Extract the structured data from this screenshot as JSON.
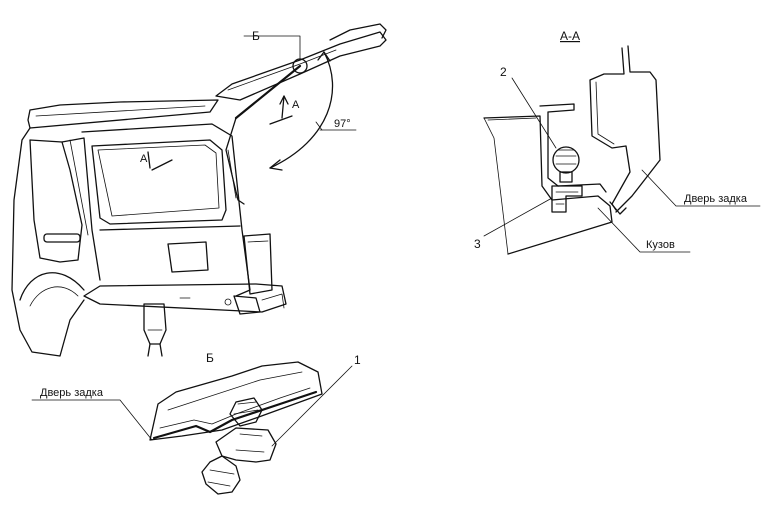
{
  "labels": {
    "callout_b": "Б",
    "section_a_left": "А",
    "section_a_right": "А",
    "angle": "97°",
    "section_title": "А-А",
    "item_2": "2",
    "item_3": "3",
    "door_right": "Дверь задка",
    "body": "Кузов",
    "detail_title": "Б",
    "door_bottom": "Дверь задка",
    "item_1": "1"
  }
}
